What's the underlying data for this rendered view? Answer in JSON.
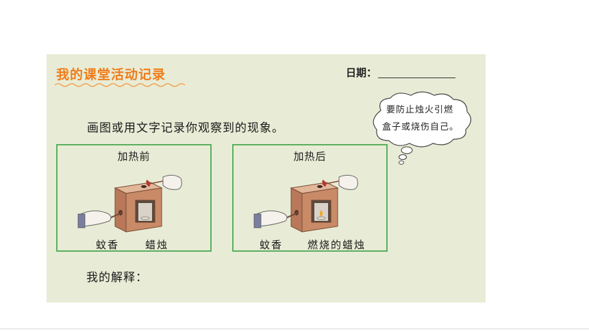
{
  "worksheet": {
    "title": "我的课堂活动记录",
    "date_label": "日期：",
    "tip_line1": "要防止烛火引燃",
    "tip_line2": "盒子或烧伤自己。",
    "instruction": "画图或用文字记录你观察到的现象。",
    "panel_before": {
      "heading": "加热前",
      "label_left": "蚊香",
      "label_right": "蜡烛"
    },
    "panel_after": {
      "heading": "加热后",
      "label_left": "蚊香",
      "label_right": "燃烧的蜡烛"
    },
    "explanation_label": "我的解释："
  },
  "colors": {
    "card_bg": "#e8ecd6",
    "title_orange": "#ef7d1a",
    "panel_border": "#5aaf5f",
    "box_wood": "#c98a68"
  },
  "icons": [
    "mosquito-coil-icon",
    "candle-icon",
    "hand-icon",
    "thought-bubble-icon"
  ]
}
